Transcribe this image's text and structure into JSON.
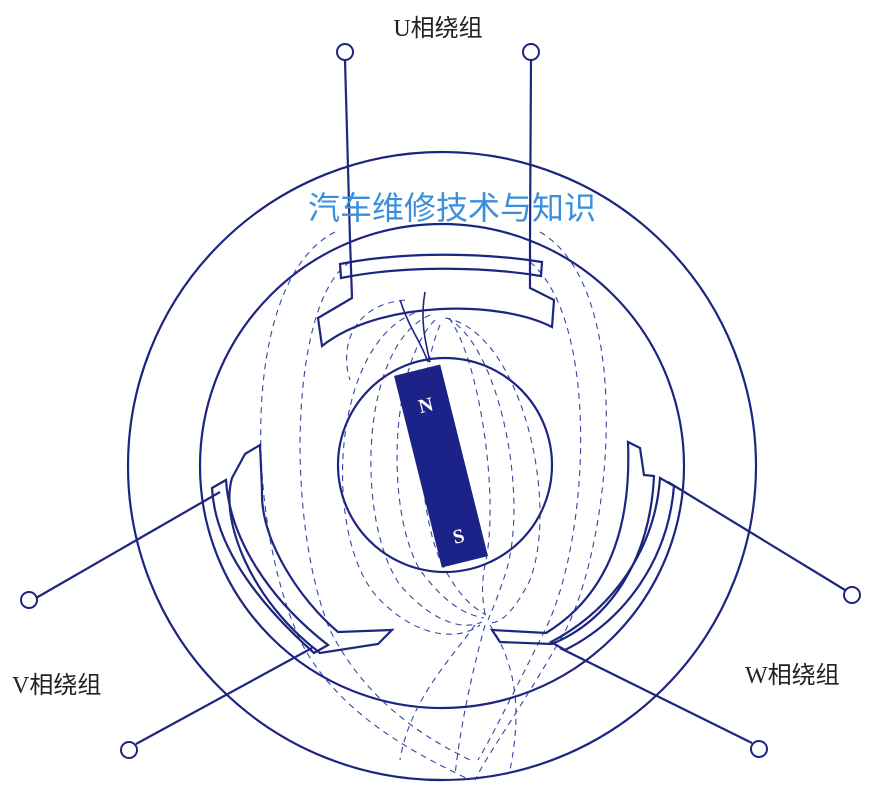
{
  "labels": {
    "u_winding": "U相绕组",
    "v_winding": "V相绕组",
    "w_winding": "W相绕组",
    "north": "N",
    "south": "S",
    "watermark": "汽车维修技术与知识"
  },
  "colors": {
    "line": "#1c2580",
    "magnet": "#1c2388",
    "watermark": "#3a8fdc"
  }
}
